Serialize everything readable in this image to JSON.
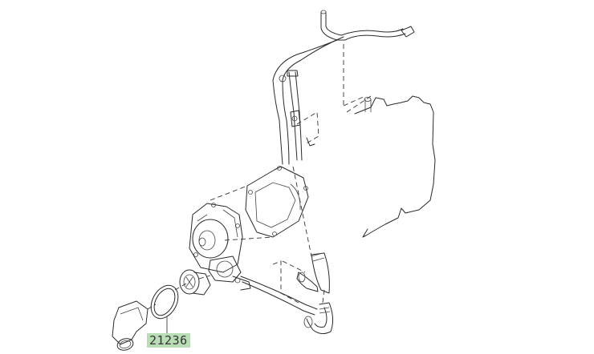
{
  "diagram": {
    "type": "exploded-parts-diagram",
    "subject": "engine cooling: water pump, thermostat, hoses",
    "callouts": [
      {
        "part_number": "21236",
        "highlight_color": "#b9deb5",
        "points_to": "thermostat gasket"
      }
    ]
  }
}
